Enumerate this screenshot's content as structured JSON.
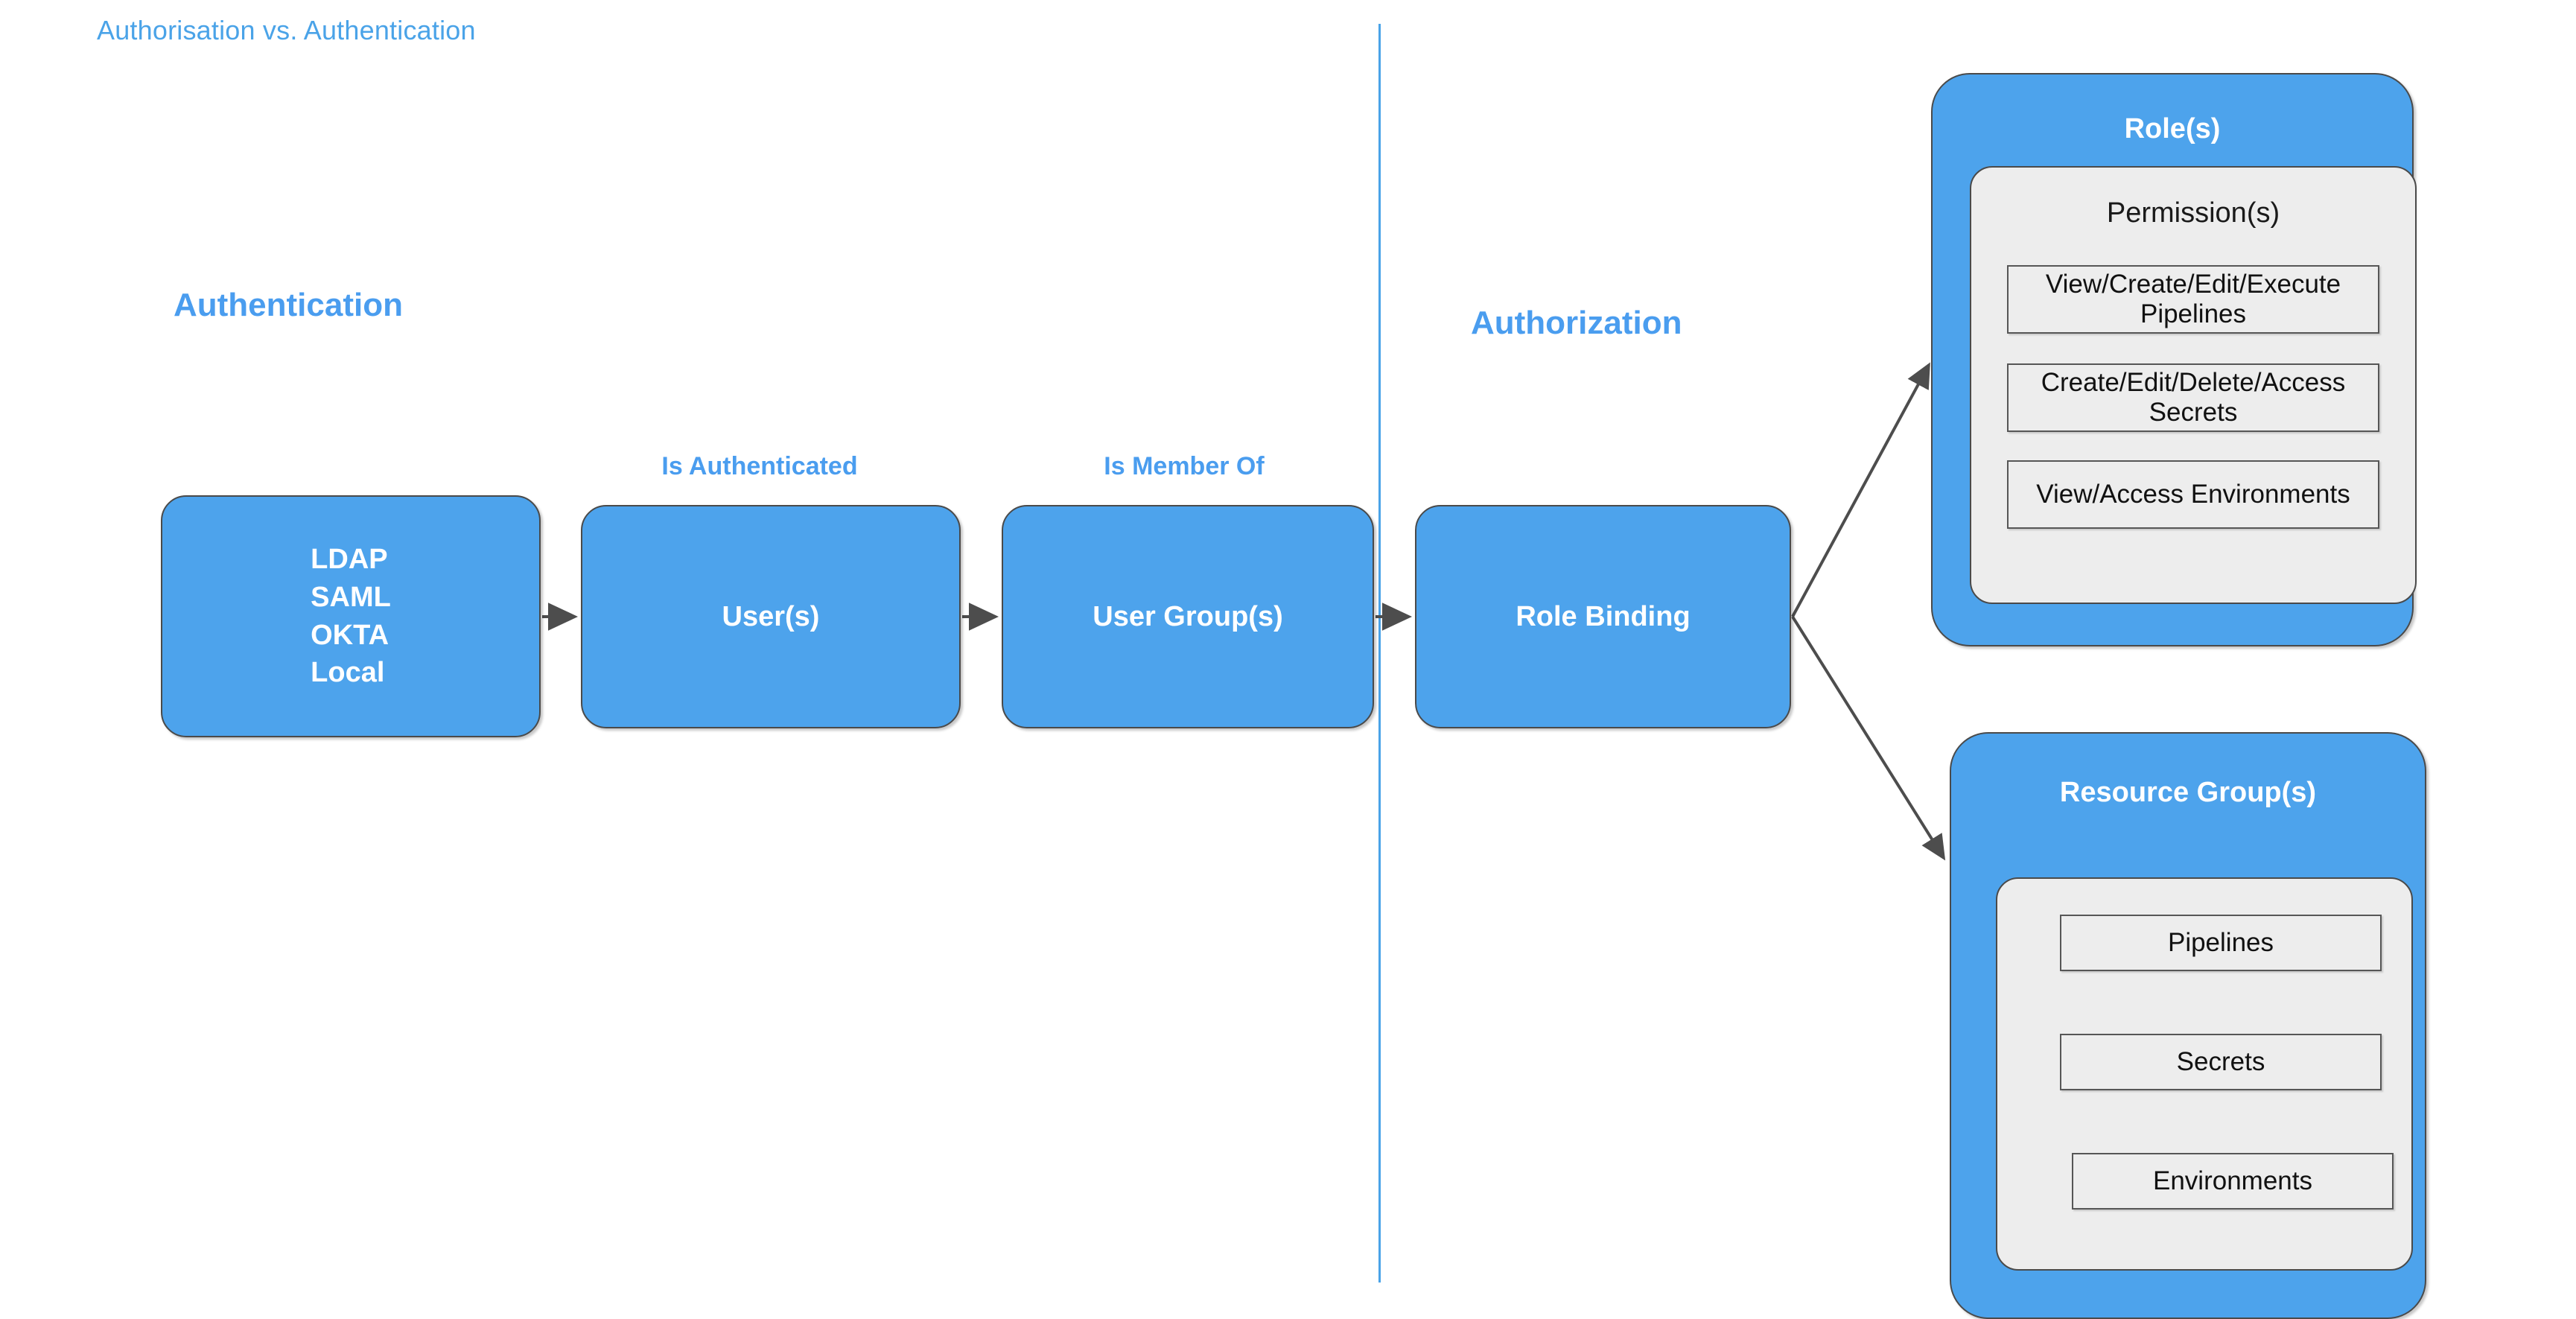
{
  "page": {
    "title": "Authorisation vs. Authentication",
    "background_color": "#ffffff"
  },
  "colors": {
    "brand_blue": "#4da3ec",
    "label_blue": "#4a9def",
    "title_blue": "#4aa3e8",
    "panel_grey": "#ededed",
    "chip_grey": "#ededed",
    "stroke_dark": "#4a4a4a",
    "text_white": "#ffffff",
    "text_dark": "#111111"
  },
  "sections": {
    "authentication_heading": "Authentication",
    "authorization_heading": "Authorization"
  },
  "divider": {
    "name": "authentication-authorization-divider",
    "color": "#4aa3e8"
  },
  "flow": {
    "identity_providers": {
      "name": "identity-providers",
      "items": [
        "LDAP",
        "SAML",
        "OKTA",
        "Local"
      ]
    },
    "users": {
      "name": "users",
      "label": "User(s)",
      "incoming_edge_label": "Is Authenticated"
    },
    "user_groups": {
      "name": "user-groups",
      "label": "User Group(s)",
      "incoming_edge_label": "Is Member Of"
    },
    "role_binding": {
      "name": "role-binding",
      "label": "Role Binding"
    }
  },
  "roles_group": {
    "title": "Role(s)",
    "panel_title": "Permission(s)",
    "permissions": [
      "View/Create/Edit/Execute Pipelines",
      "Create/Edit/Delete/Access Secrets",
      "View/Access Environments"
    ]
  },
  "resource_group": {
    "title": "Resource Group(s)",
    "resources": [
      "Pipelines",
      "Secrets",
      "Environments"
    ]
  },
  "edges": [
    {
      "from": "identity-providers",
      "to": "users",
      "label": "Is Authenticated"
    },
    {
      "from": "users",
      "to": "user-groups",
      "label": "Is Member Of"
    },
    {
      "from": "user-groups",
      "to": "role-binding",
      "label": ""
    },
    {
      "from": "role-binding",
      "to": "roles-group",
      "label": ""
    },
    {
      "from": "role-binding",
      "to": "resource-group",
      "label": ""
    }
  ]
}
